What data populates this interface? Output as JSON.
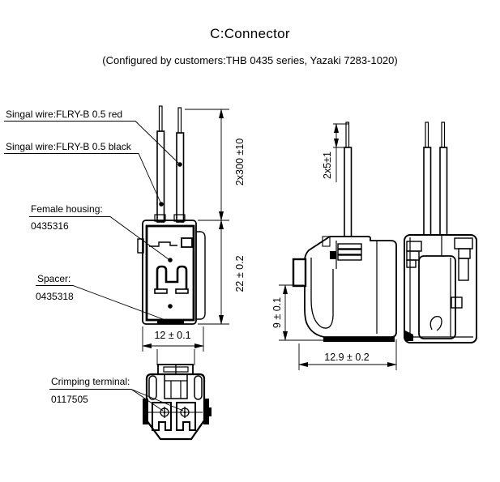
{
  "title": "C:Connector",
  "subtitle": "(Configured by customers:THB 0435 series, Yazaki 7283-1020)",
  "callouts": {
    "signal_wire_red": {
      "label": "Singal wire:FLRY-B 0.5 red"
    },
    "signal_wire_black": {
      "label": "Singal wire:FLRY-B 0.5 black"
    },
    "female_housing": {
      "label": "Female housing:",
      "part_number": "0435316"
    },
    "spacer": {
      "label": "Spacer:",
      "part_number": "0435318"
    },
    "crimping_terminal": {
      "label": "Crimping terminal:",
      "part_number": "0117505"
    }
  },
  "dimensions": {
    "wire_length": "2x300 ±10",
    "housing_height": "22 ± 0.2",
    "housing_width": "12 ± 0.1",
    "wire_strip_length": "2x5±1",
    "lock_height": "9 ± 0.1",
    "housing_depth": "12.9 ± 0.2"
  },
  "colors": {
    "line": "#000000",
    "background": "#ffffff"
  }
}
